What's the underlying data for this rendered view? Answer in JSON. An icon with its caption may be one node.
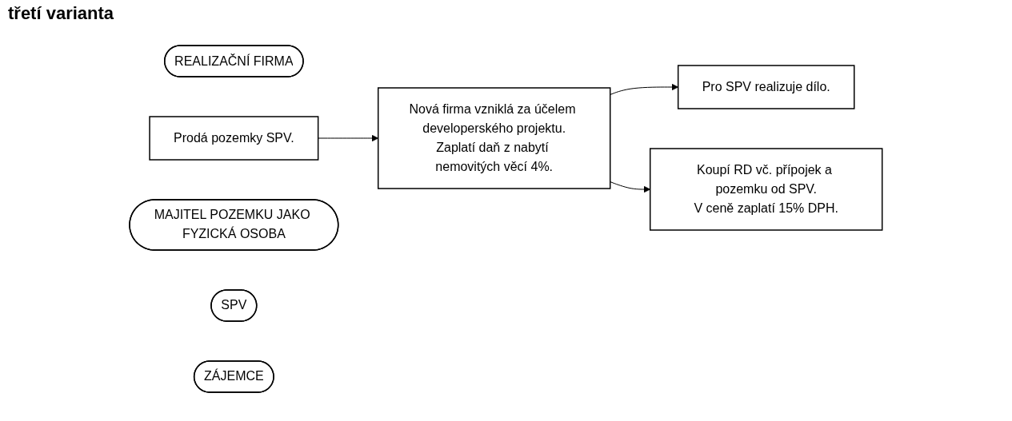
{
  "diagram": {
    "title": "třetí varianta",
    "nodes": [
      {
        "text": [
          "Pro SPV realizuje dílo."
        ]
      },
      {
        "text": [
          "REALIZAČNÍ FIRMA"
        ]
      },
      {
        "text": [
          "Prodá pozemky SPV."
        ]
      },
      {
        "text": [
          "Nová firma vzniklá za účelem developerského projektu.",
          "Zaplatí daň z nabytí nemovitých věcí 4%."
        ]
      },
      {
        "text": [
          "Koupí RD vč. přípojek a pozemku od SPV.",
          "V ceně zaplatí 15% DPH."
        ]
      },
      {
        "text": [
          "MAJITEL POZEMKU JAKO FYZICKÁ OSOBA"
        ]
      },
      {
        "text": [
          "SPV"
        ]
      },
      {
        "text": [
          "ZÁJEMCE"
        ]
      }
    ],
    "edges": [
      {
        "from": 2,
        "to": 3,
        "arrow": "to"
      },
      {
        "from": 3,
        "to": 0,
        "arrow": "to"
      },
      {
        "from": 3,
        "to": 4,
        "arrow": "to"
      }
    ]
  }
}
